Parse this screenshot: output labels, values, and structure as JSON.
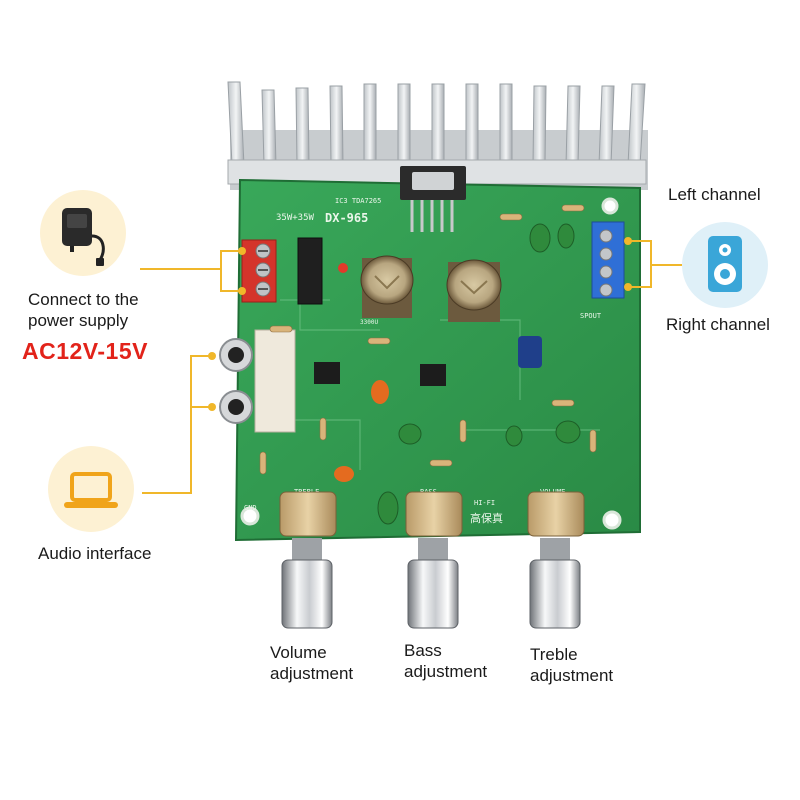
{
  "labels": {
    "power_line1": "Connect to the",
    "power_line2": "power supply",
    "power_voltage": "AC12V-15V",
    "audio_interface": "Audio interface",
    "left_channel": "Left channel",
    "right_channel": "Right channel",
    "volume": "Volume adjustment",
    "bass": "Bass adjustment",
    "treble": "Treble adjustment"
  },
  "board": {
    "model": "DX-965",
    "power_rating": "35W+35W",
    "ic_label": "IC3 TDA7265",
    "knob_treble": "TREBLE",
    "knob_bass": "BASS",
    "knob_volume": "VOLUME",
    "hifi": "HI-FI",
    "hifi_cn": "高保真",
    "spout": "SPOUT",
    "gnd": "GND",
    "cap_label": "3300U"
  },
  "icons": [
    "power-adapter-icon",
    "laptop-icon",
    "speaker-icon"
  ],
  "colors": {
    "accent": "#f0b72a",
    "voltage_text": "#e2231a",
    "pcb_green": "#2f9a4c",
    "icon_bg": "#fdf1d3",
    "speaker_bg": "#dff0f8"
  }
}
